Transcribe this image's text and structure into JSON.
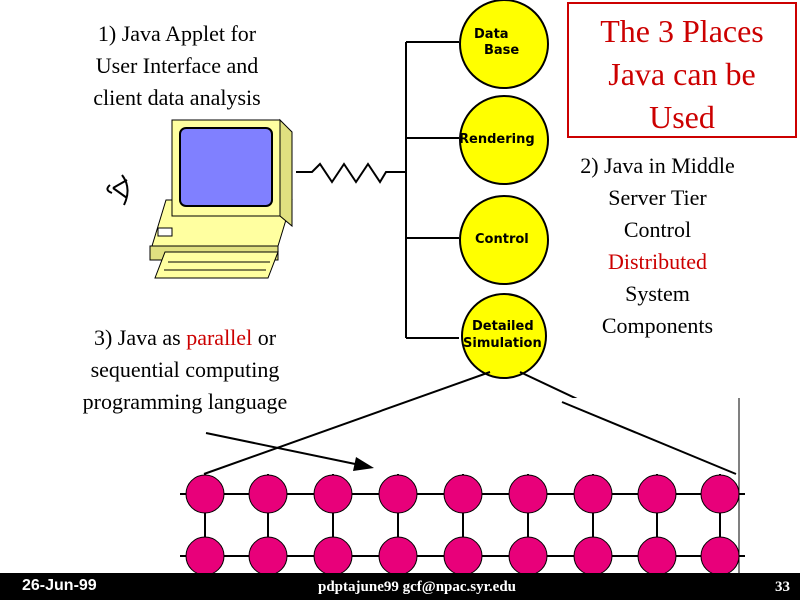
{
  "title": {
    "line1": "The 3 Places",
    "line2": "Java can be",
    "line3": "Used"
  },
  "item1": {
    "line1": "1) Java Applet for",
    "line2": "User Interface and",
    "line3": "client data analysis"
  },
  "item2": {
    "line1": "2) Java in Middle",
    "line2": "Server Tier",
    "line3": "Control",
    "line4": "Distributed",
    "line5": "System",
    "line6": "Components"
  },
  "item3": {
    "line1_pre": "3) Java as ",
    "line1_red": "parallel",
    "line1_post": " or",
    "line2": "sequential computing",
    "line3": "programming language"
  },
  "nodes": {
    "database_line1": "Data",
    "database_line2": "Base",
    "rendering": "Rendering",
    "control": "Control",
    "simulation_line1": "Detailed",
    "simulation_line2": "Simulation"
  },
  "footer": {
    "date": "26-Jun-99",
    "center": "pdptajune99   gcf@npac.syr.edu",
    "page": "33"
  },
  "colors": {
    "node_fill": "#ffff00",
    "mesh_node": "#e8007a",
    "accent_red": "#cc0000",
    "monitor_screen": "#8080ff",
    "computer_body": "#ffffa0"
  }
}
